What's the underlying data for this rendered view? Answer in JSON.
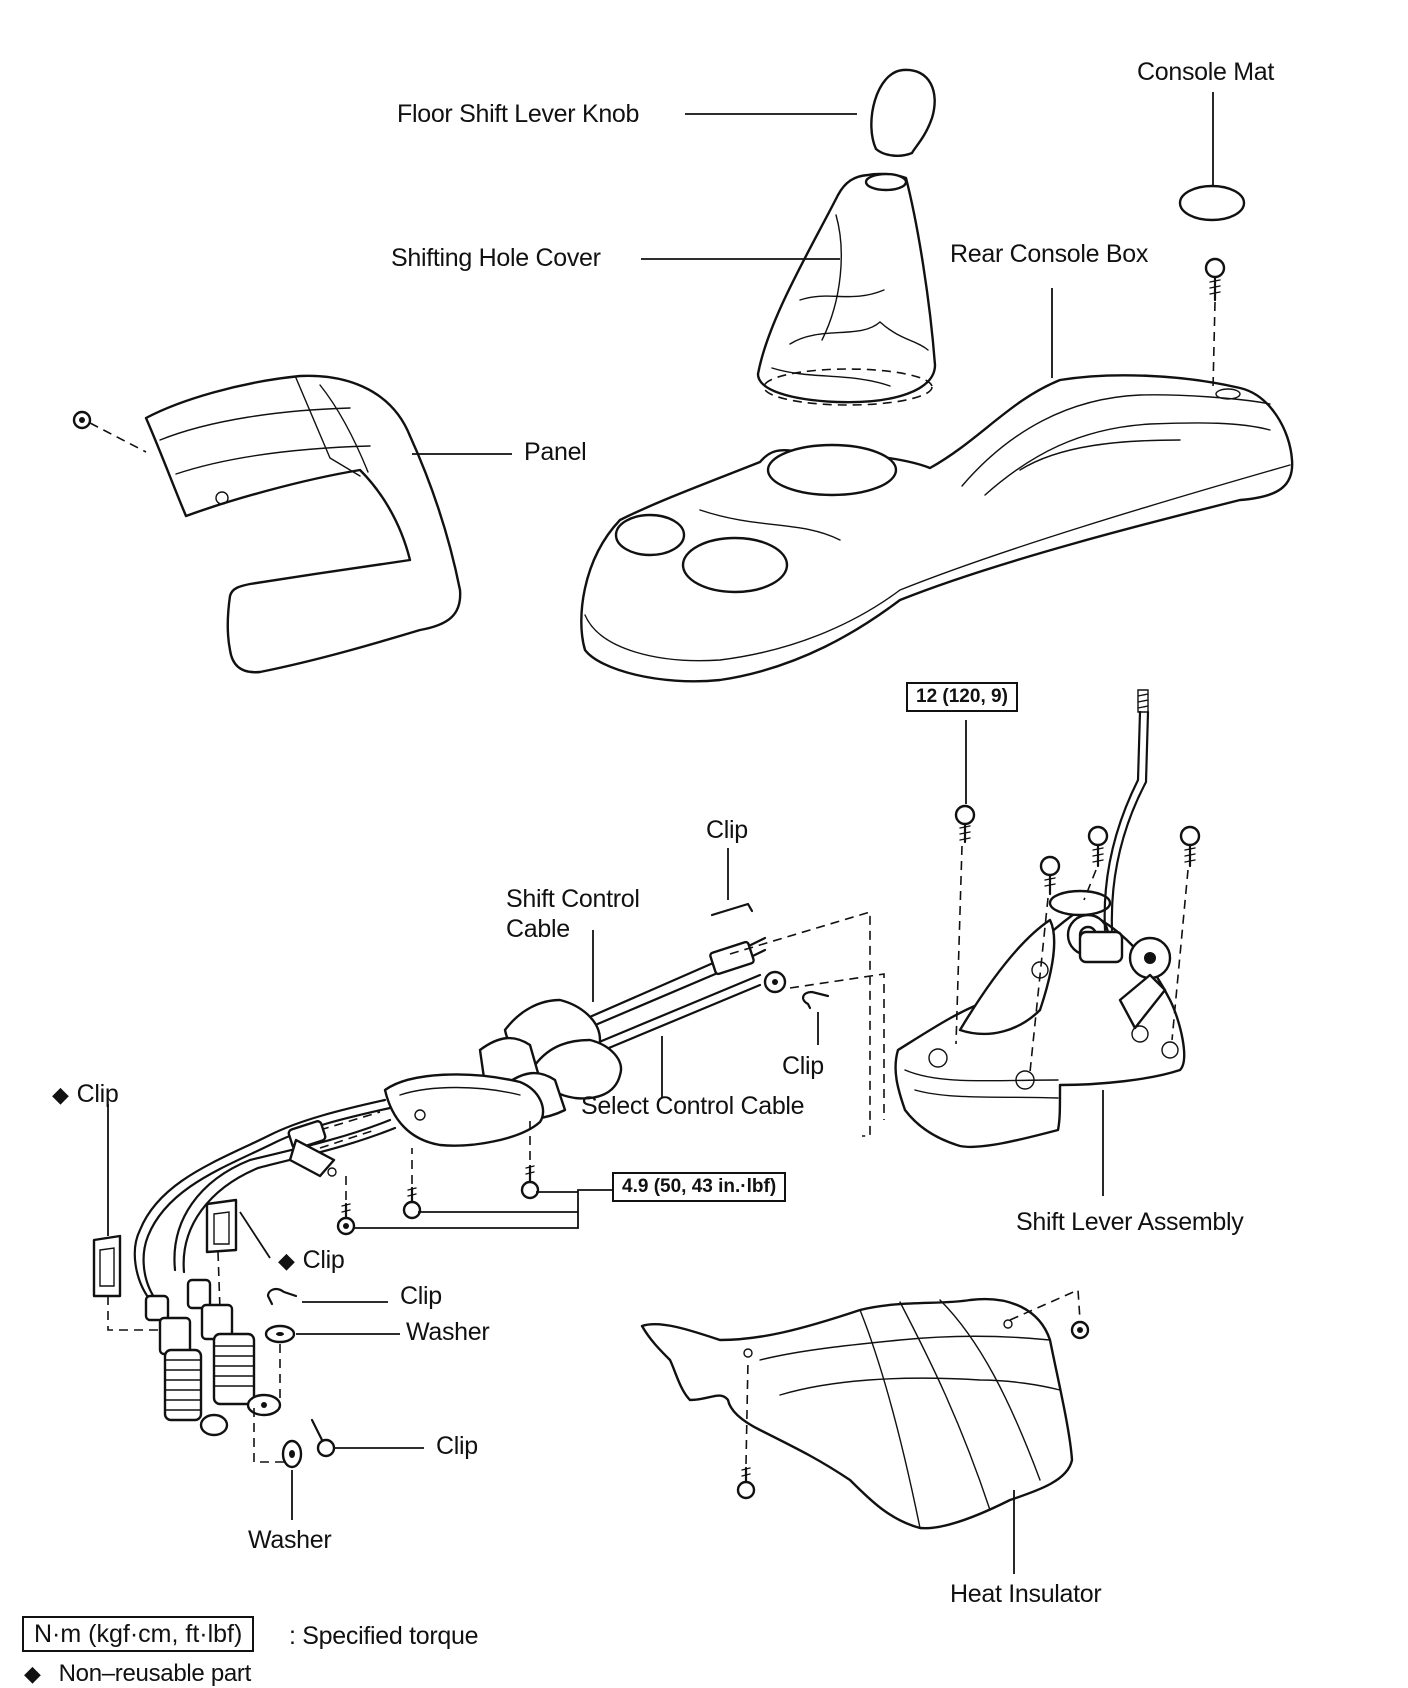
{
  "labels": {
    "floor_shift_lever_knob": "Floor Shift Lever Knob",
    "console_mat": "Console Mat",
    "shifting_hole_cover": "Shifting Hole Cover",
    "rear_console_box": "Rear Console Box",
    "panel": "Panel",
    "clip_top": "Clip",
    "shift_control_cable": "Shift Control\nCable",
    "clip_right": "Clip",
    "clip_left": "Clip",
    "select_control_cable": "Select Control Cable",
    "clip_mid": "Clip",
    "clip_lower1": "Clip",
    "washer_upper": "Washer",
    "clip_lower2": "Clip",
    "washer_lower": "Washer",
    "shift_lever_assembly": "Shift Lever Assembly",
    "heat_insulator": "Heat Insulator"
  },
  "torque": {
    "shift_lever_bolt": "12 (120, 9)",
    "cable_bracket_bolt": "4.9 (50, 43 in.·lbf)"
  },
  "legend": {
    "torque_box": "N·m (kgf·cm, ft·lbf)",
    "torque_text": ": Specified torque",
    "nonreusable_symbol": "◆",
    "nonreusable_text": "Non–reusable part"
  }
}
